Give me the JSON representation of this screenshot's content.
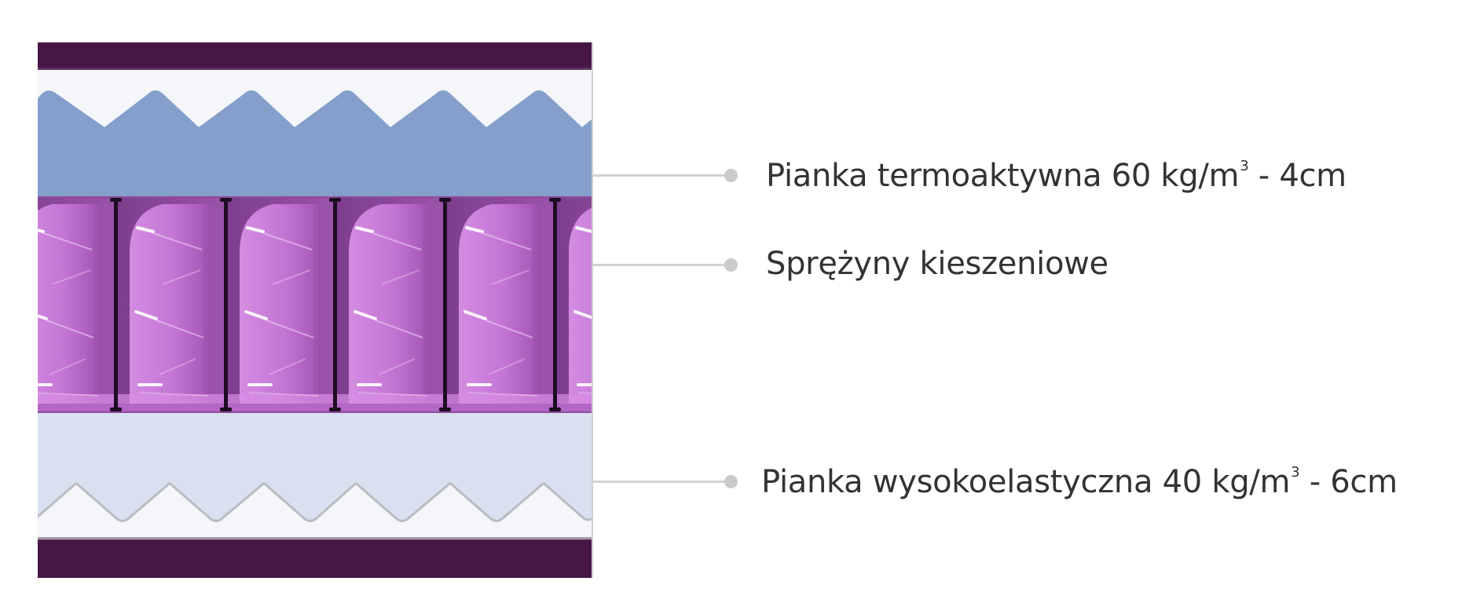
{
  "diagram": {
    "title": "Mattress cross-section",
    "colors": {
      "cover": "#461745",
      "top_foam": "#859fcc",
      "top_foam_bg": "#f4f6f9",
      "spring_bg": "#8f4a9d",
      "spring_light": "#c87ad8",
      "divider": "#1e0c22",
      "bottom_foam": "#d9e0ef",
      "bottom_foam_bg": "#f4f6f9",
      "leader": "#d2d2d2",
      "text": "#333333"
    },
    "layers": [
      {
        "name": "cover-top"
      },
      {
        "name": "top-foam"
      },
      {
        "name": "pocket-springs",
        "pockets": 6
      },
      {
        "name": "bottom-foam"
      },
      {
        "name": "cover-bottom"
      }
    ]
  },
  "labels": [
    {
      "id": "top-foam",
      "text": "Pianka termoaktywna 60 kg/m",
      "sup": "3",
      "suffix": " - 4cm"
    },
    {
      "id": "springs",
      "text": "Sprężyny kieszeniowe",
      "sup": "",
      "suffix": ""
    },
    {
      "id": "bottom-foam",
      "text": "Pianka wysokoelastyczna 40 kg/m",
      "sup": "3",
      "suffix": " - 6cm"
    }
  ]
}
